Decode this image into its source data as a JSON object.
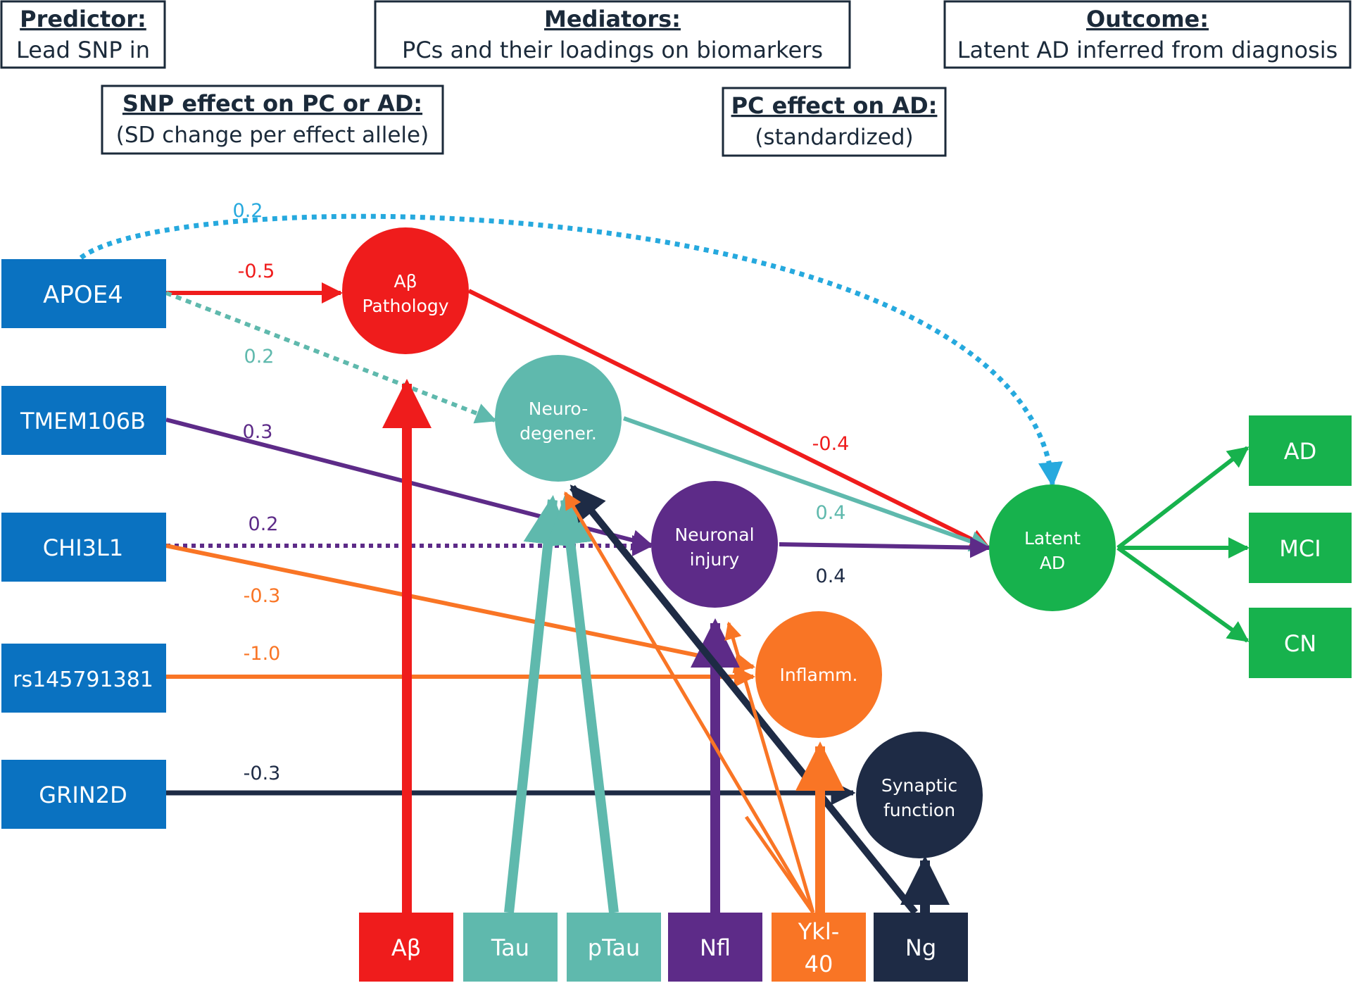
{
  "headers": {
    "predictor": {
      "title": "Predictor:",
      "subtitle": "Lead SNP in"
    },
    "mediators": {
      "title": "Mediators:",
      "subtitle": "PCs and their loadings on biomarkers"
    },
    "outcome": {
      "title": "Outcome:",
      "subtitle": "Latent AD inferred from diagnosis"
    },
    "snp_effect": {
      "title": "SNP effect on PC or AD:",
      "subtitle": "(SD change per effect allele)"
    },
    "pc_effect": {
      "title": "PC effect on AD:",
      "subtitle": "(standardized)"
    }
  },
  "snps": [
    "APOE4",
    "TMEM106B",
    "CHI3L1",
    "rs145791381",
    "GRIN2D"
  ],
  "pcs": {
    "abeta_line1": "Aβ",
    "abeta_line2": "Pathology",
    "neuro_line1": "Neuro-",
    "neuro_line2": "degener.",
    "injury_line1": "Neuronal",
    "injury_line2": "injury",
    "inflamm": "Inflamm.",
    "synaptic_line1": "Synaptic",
    "synaptic_line2": "function",
    "latent_line1": "Latent",
    "latent_line2": "AD"
  },
  "biomarkers": {
    "abeta": "Aβ",
    "tau": "Tau",
    "ptau": "pTau",
    "nfl": "Nfl",
    "ykl_line1": "Ykl-",
    "ykl_line2": "40",
    "ng": "Ng"
  },
  "diagnoses": [
    "AD",
    "MCI",
    "CN"
  ],
  "effects": {
    "apoe4_latent": "0.2",
    "apoe4_abeta": "-0.5",
    "apoe4_neuro": "0.2",
    "tmem_injury": "0.3",
    "chi3l1_injury": "0.2",
    "chi3l1_inflamm": "-0.3",
    "rs_inflamm": "-1.0",
    "grin2d_synaptic": "-0.3",
    "abeta_latent": "-0.4",
    "neuro_latent": "0.4",
    "injury_latent": "0.4"
  },
  "colors": {
    "snp_blue": "#0a72c1",
    "abeta_red": "#ef1c1c",
    "neuro_teal": "#5fb9ad",
    "injury_purple": "#5d2b88",
    "inflamm_orange": "#f97525",
    "synaptic_navy": "#1e2b45",
    "latent_green": "#17b24d",
    "apoe_dotted_blue": "#26a9de",
    "label_dark": "#1b2a3a"
  }
}
